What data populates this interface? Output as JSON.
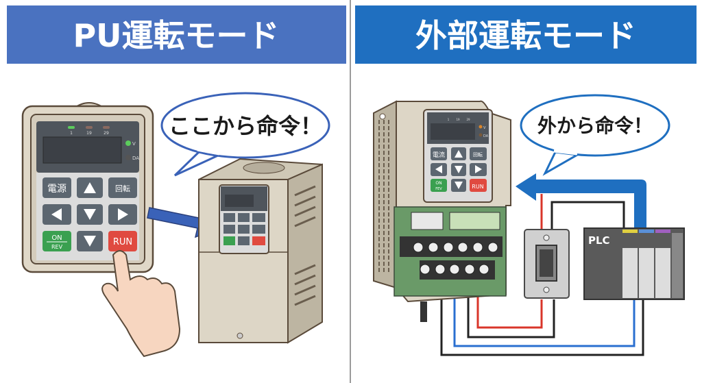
{
  "left_panel": {
    "title": "PU運転モード",
    "speech": "ここから命令！",
    "keypad": {
      "leds": [
        "1",
        "19",
        "29"
      ],
      "indicators": [
        "V",
        "DA"
      ],
      "keys": [
        "電源",
        "回転",
        "ON",
        "REV",
        "RUN"
      ]
    }
  },
  "right_panel": {
    "title": "外部運転モード",
    "speech": "外から命令！",
    "keypad": {
      "leds": [
        "1",
        "19",
        "29"
      ],
      "indicators": [
        "V",
        "DA"
      ],
      "keys": [
        "電流",
        "回転",
        "ON",
        "FEV",
        "RUN"
      ]
    },
    "plc_label": "PLC"
  },
  "colors": {
    "left_header": "#4a72c0",
    "right_header": "#1f6fc0",
    "run": "#e04a40",
    "on": "#3aa050",
    "arrow": "#1f6fc0"
  }
}
